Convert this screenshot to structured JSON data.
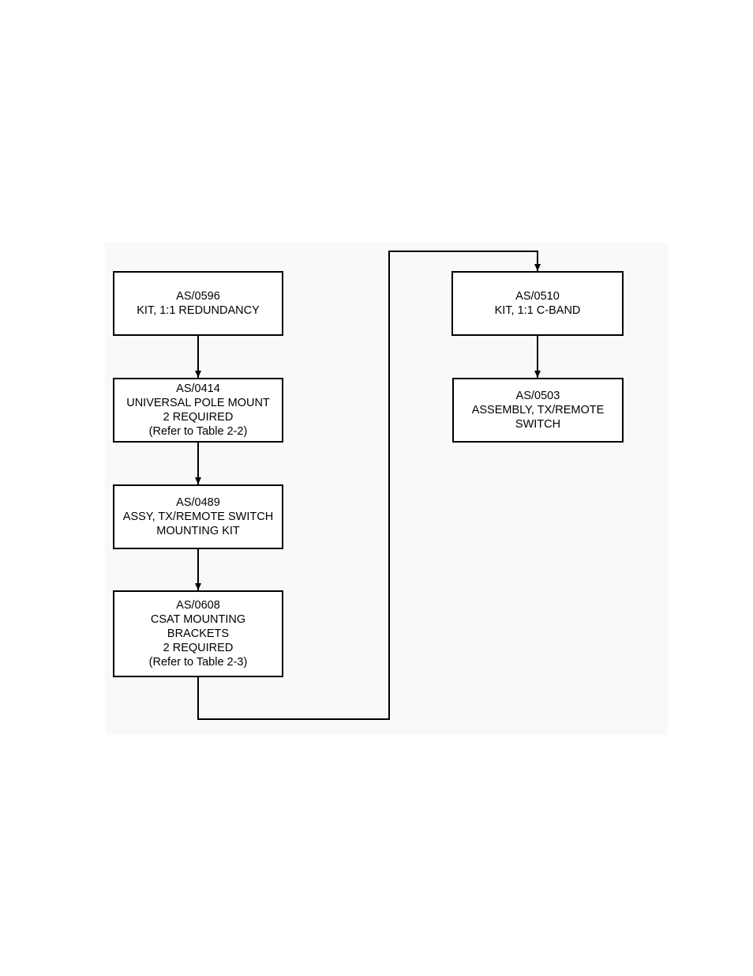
{
  "diagram": {
    "nodes": [
      {
        "id": "as0596",
        "lines": [
          "AS/0596",
          "KIT, 1:1 REDUNDANCY"
        ]
      },
      {
        "id": "as0414",
        "lines": [
          "AS/0414",
          "UNIVERSAL POLE MOUNT",
          "2 REQUIRED",
          "(Refer to Table 2-2)"
        ]
      },
      {
        "id": "as0489",
        "lines": [
          "AS/0489",
          "ASSY, TX/REMOTE SWITCH",
          "MOUNTING KIT"
        ]
      },
      {
        "id": "as0608",
        "lines": [
          "AS/0608",
          "CSAT MOUNTING",
          "BRACKETS",
          "2 REQUIRED",
          "(Refer to Table 2-3)"
        ]
      },
      {
        "id": "as0510",
        "lines": [
          "AS/0510",
          "KIT, 1:1 C-BAND"
        ]
      },
      {
        "id": "as0503",
        "lines": [
          "AS/0503",
          "ASSEMBLY, TX/REMOTE",
          "SWITCH"
        ]
      }
    ],
    "edges": [
      {
        "from": "as0596",
        "to": "as0414"
      },
      {
        "from": "as0414",
        "to": "as0489"
      },
      {
        "from": "as0489",
        "to": "as0608"
      },
      {
        "from": "as0608",
        "to": "as0510"
      },
      {
        "from": "as0510",
        "to": "as0503"
      }
    ]
  }
}
